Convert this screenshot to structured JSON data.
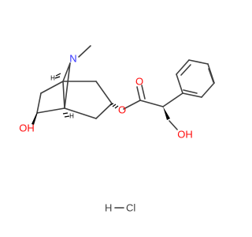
{
  "molecule": {
    "atoms": {
      "nitrogen": "N",
      "ring_hydroxyl": "OH",
      "ester_oxygen": "O",
      "carbonyl_oxygen": "O",
      "side_hydroxyl": "OH"
    },
    "stereo_labels": {
      "bridgehead_top": "H",
      "bridgehead_bottom": "H"
    },
    "salt": {
      "hydrogen": "H",
      "chlorine": "Cl"
    },
    "colors": {
      "bond": "#3f3f3f",
      "nitrogen": "#3333ff",
      "oxygen": "#ff0d0d",
      "stereo": "#000000"
    }
  }
}
